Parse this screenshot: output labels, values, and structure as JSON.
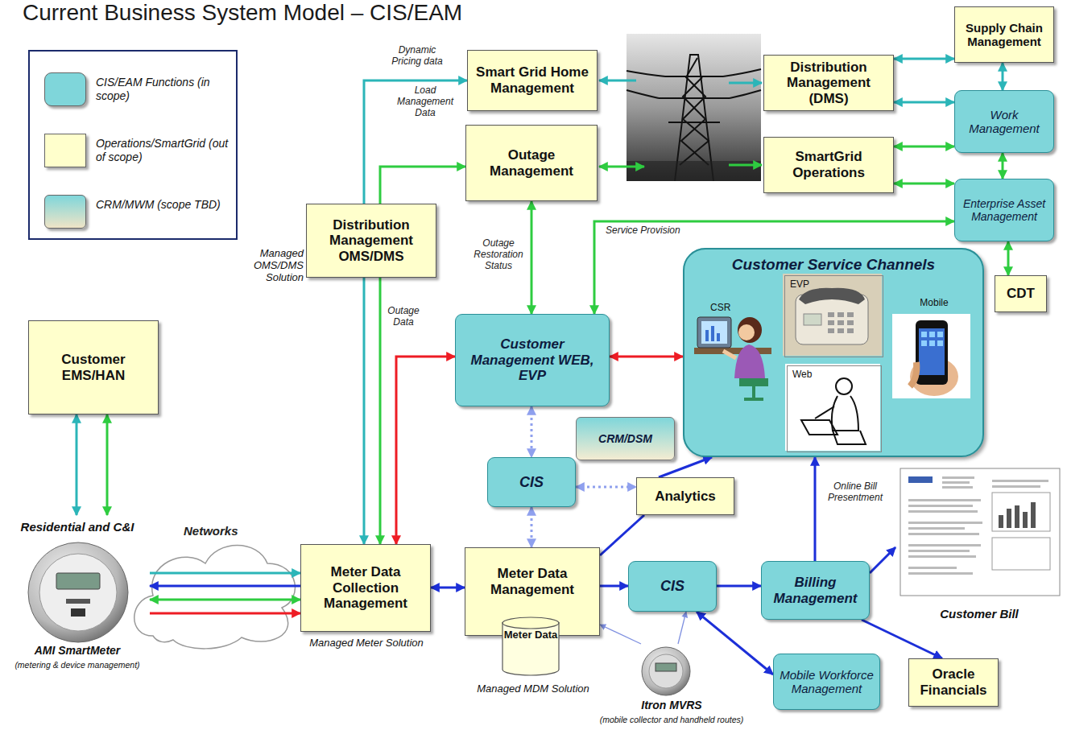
{
  "diagram": {
    "title": "Current Business System Model – CIS/EAM",
    "nodes": [
      {
        "text": [
          "Supply Chain Management"
        ]
      },
      {
        "text": [
          "Smart Grid Home Management"
        ]
      },
      {
        "text": [
          "Distribution Management (DMS)"
        ]
      },
      {
        "text": [
          "Work Management"
        ]
      },
      {
        "text": [
          "Outage Management"
        ]
      },
      {
        "text": [
          "SmartGrid Operations"
        ]
      },
      {
        "text": [
          "Enterprise Asset Management"
        ]
      },
      {
        "text": [
          "Distribution Management OMS/DMS",
          "Managed OMS/DMS Solution"
        ]
      },
      {
        "text": [
          "Customer Service Channels"
        ]
      },
      {
        "text": [
          "CSR"
        ],
        "in": 8
      },
      {
        "text": [
          "EVP"
        ],
        "in": 8
      },
      {
        "text": [
          "Mobile"
        ],
        "in": 8
      },
      {
        "text": [
          "Web"
        ],
        "in": 8
      },
      {
        "text": [
          "CDT"
        ]
      },
      {
        "text": [
          "Customer EMS/HAN"
        ]
      },
      {
        "text": [
          "Customer Management WEB, EVP"
        ]
      },
      {
        "text": [
          "CRM/DSM"
        ]
      },
      {
        "text": [
          "CIS"
        ]
      },
      {
        "text": [
          "Analytics"
        ]
      },
      {
        "text": [
          "Residential and C&I",
          "AMI SmartMeter",
          "(metering & device management)"
        ]
      },
      {
        "text": [
          "Meter Data Collection Management",
          "Managed Meter Solution"
        ]
      },
      {
        "text": [
          "Meter Data Management",
          "Managed MDM Solution"
        ]
      },
      {
        "text": [
          "Meter Data"
        ],
        "in": 21
      },
      {
        "text": [
          "CIS"
        ]
      },
      {
        "text": [
          "Billing Management"
        ]
      },
      {
        "text": [
          "Customer Bill"
        ]
      },
      {
        "text": [
          "Mobile Workforce Management"
        ]
      },
      {
        "text": [
          "Oracle Financials"
        ]
      },
      {
        "text": [
          "Itron MVRS",
          "(mobile collector and handheld routes)"
        ]
      }
    ],
    "edges": [
      {
        "from": 20,
        "to": 1,
        "arrow": "both",
        "label": "Dynamic Pricing data"
      },
      {
        "from": 20,
        "to": 4,
        "arrow": "both",
        "label": "Outage Data"
      },
      {
        "from": 20,
        "to": 15,
        "arrow": "both"
      },
      {
        "from": 4,
        "to": 15,
        "arrow": "both",
        "label": "Outage Restoration Status"
      },
      {
        "from": 2,
        "to": 0,
        "arrow": "both"
      },
      {
        "from": 2,
        "to": 3,
        "arrow": "both"
      },
      {
        "from": 0,
        "to": 3,
        "arrow": "both"
      },
      {
        "from": 5,
        "to": 3,
        "arrow": "both"
      },
      {
        "from": 5,
        "to": 6,
        "arrow": "both"
      },
      {
        "from": 3,
        "to": 6,
        "arrow": "both"
      },
      {
        "from": 6,
        "to": 13,
        "arrow": "both"
      },
      {
        "from": 6,
        "to": 15,
        "arrow": "both",
        "label": "Service Provision"
      },
      {
        "from": 15,
        "to": 8,
        "arrow": "both"
      },
      {
        "from": 14,
        "to": 19,
        "arrow": "both"
      },
      {
        "from": 14,
        "to": 19,
        "arrow": "both"
      },
      {
        "from": 19,
        "to": 20,
        "arrow": "to"
      },
      {
        "from": 20,
        "to": 19,
        "arrow": "to"
      },
      {
        "from": 19,
        "to": 20,
        "arrow": "both"
      },
      {
        "from": 19,
        "to": 20,
        "arrow": "to"
      },
      {
        "from": 20,
        "to": 21,
        "arrow": "both"
      },
      {
        "from": 15,
        "to": 17,
        "arrow": "both"
      },
      {
        "from": 17,
        "to": 21,
        "arrow": "both"
      },
      {
        "from": 17,
        "to": 18,
        "arrow": "both"
      },
      {
        "from": 21,
        "to": 18,
        "arrow": "none"
      },
      {
        "from": 18,
        "to": 8,
        "arrow": "to"
      },
      {
        "from": 21,
        "to": 23,
        "arrow": "to"
      },
      {
        "from": 23,
        "to": 24,
        "arrow": "to"
      },
      {
        "from": 24,
        "to": 8,
        "arrow": "to",
        "label": "Online Bill Presentment"
      },
      {
        "from": 24,
        "to": 25,
        "arrow": "to"
      },
      {
        "from": 24,
        "to": 27,
        "arrow": "to"
      },
      {
        "from": 23,
        "to": 26,
        "arrow": "both"
      },
      {
        "from": 28,
        "to": 21,
        "arrow": "to"
      },
      {
        "from": 28,
        "to": 23,
        "arrow": "to"
      }
    ],
    "labels": [
      "Load Management Data",
      "Networks"
    ],
    "legend": [
      {
        "text": "CIS/EAM Functions (in scope)",
        "color": "#7fd6da"
      },
      {
        "text": "Operations/SmartGrid (out of scope)",
        "color": "#ffffcc"
      },
      {
        "text": "CRM/MWM (scope TBD)",
        "color": "#efe4c6"
      }
    ]
  }
}
